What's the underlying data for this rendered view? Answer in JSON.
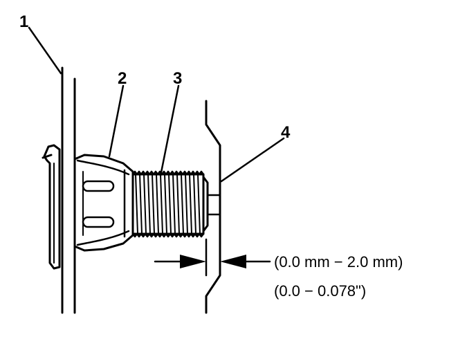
{
  "callouts": {
    "c1": "1",
    "c2": "2",
    "c3": "3",
    "c4": "4"
  },
  "spec": {
    "metric": "(0.0 mm  −  2.0 mm)",
    "imperial": "(0.0  −  0.078\")"
  },
  "colors": {
    "ink": "#000000",
    "paper": "#ffffff"
  }
}
